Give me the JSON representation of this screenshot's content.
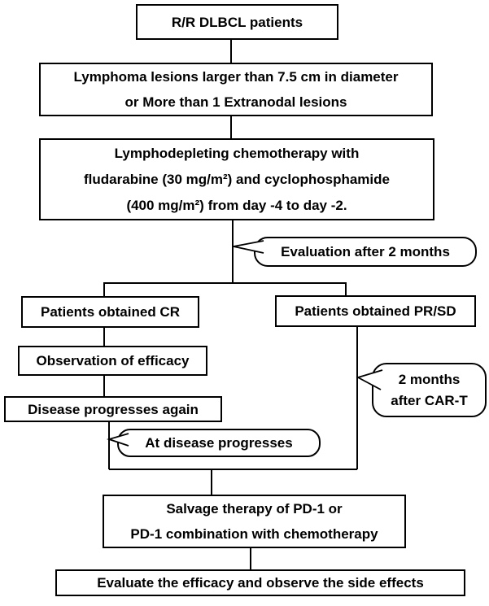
{
  "figure": {
    "type": "flowchart",
    "background": "#ffffff",
    "line_color": "#000000",
    "text_color": "#000000",
    "nodes": {
      "rr_dlbcl": {
        "label": "R/R DLBCL patients"
      },
      "lesions": {
        "line1": "Lymphoma lesions larger than 7.5 cm in diameter",
        "line2": "or More than 1 Extranodal lesions"
      },
      "lymphodepletion": {
        "line1": "Lymphodepleting chemotherapy with",
        "line2": "fludarabine (30 mg/m²) and cyclophosphamide",
        "line3": "(400 mg/m²) from day -4 to day -2."
      },
      "cr": {
        "label": "Patients obtained CR"
      },
      "pr_sd": {
        "label": "Patients obtained PR/SD"
      },
      "observation": {
        "label": "Observation of efficacy"
      },
      "progression": {
        "label": "Disease progresses again"
      },
      "salvage": {
        "line1": "Salvage therapy of PD-1 or",
        "line2": "PD-1 combination with chemotherapy"
      },
      "evaluation": {
        "label": "Evaluate the efficacy and observe the side effects"
      }
    },
    "callouts": {
      "eval_2_months": {
        "label": "Evaluation after 2 months"
      },
      "cart_2_months": {
        "line1": "2 months",
        "line2": "after CAR-T"
      },
      "at_progress": {
        "label": "At disease progresses"
      }
    }
  }
}
